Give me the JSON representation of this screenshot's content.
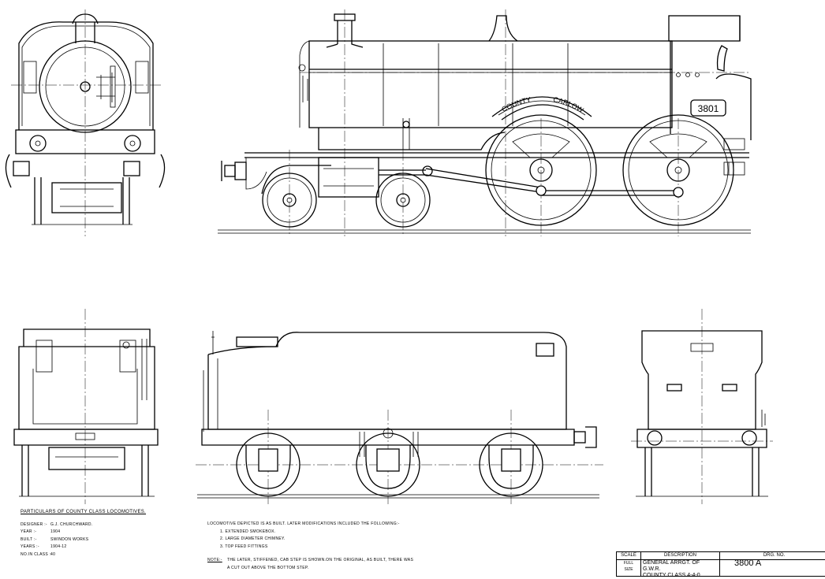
{
  "locomotive": {
    "nameplate": "COUNTY CARLOW",
    "nameplate_words": [
      "COUNTY",
      "CARLOW"
    ],
    "number_plate": "3801"
  },
  "particulars": {
    "title": "PARTICULARS OF COUNTY CLASS LOCOMOTIVES.",
    "rows": [
      {
        "label": "DESIGNER :-",
        "value": "G.J. CHURCHWARD."
      },
      {
        "label": "YEAR :-",
        "value": "1904"
      },
      {
        "label": "BUILT :-",
        "value": "SWINDON WORKS"
      },
      {
        "label": "YEARS :-",
        "value": "1904-12"
      },
      {
        "label": "No.IN CLASS :-",
        "value": "40"
      }
    ]
  },
  "modifications": {
    "intro": "LOCOMOTIVE DEPICTED IS AS BUILT. LATER MODIFICATIONS INCLUDED THE FOLLOWING:-",
    "items": [
      "1. EXTENDED SMOKEBOX.",
      "2. LARGE DIAMETER CHIMNEY.",
      "3. TOP FEED FITTINGS"
    ],
    "note_label": "NOTE:-",
    "note_lines": [
      "THE LATER, STIFFENED, CAB STEP IS SHOWN.ON THE ORIGINAL, AS BUILT, THERE WAS",
      "A CUT OUT ABOVE THE BOTTOM STEP."
    ]
  },
  "title_block": {
    "scale_header": "SCALE",
    "scale_lines": [
      "FULL",
      "SIZE"
    ],
    "description_header": "DESCRIPTION",
    "description_lines": [
      "GENERAL ARRGT. OF G.W.R.",
      "COUNTY CLASS 4-4-0"
    ],
    "drawing_no_header": "DRG. No.",
    "drawing_no": "3800 A"
  }
}
